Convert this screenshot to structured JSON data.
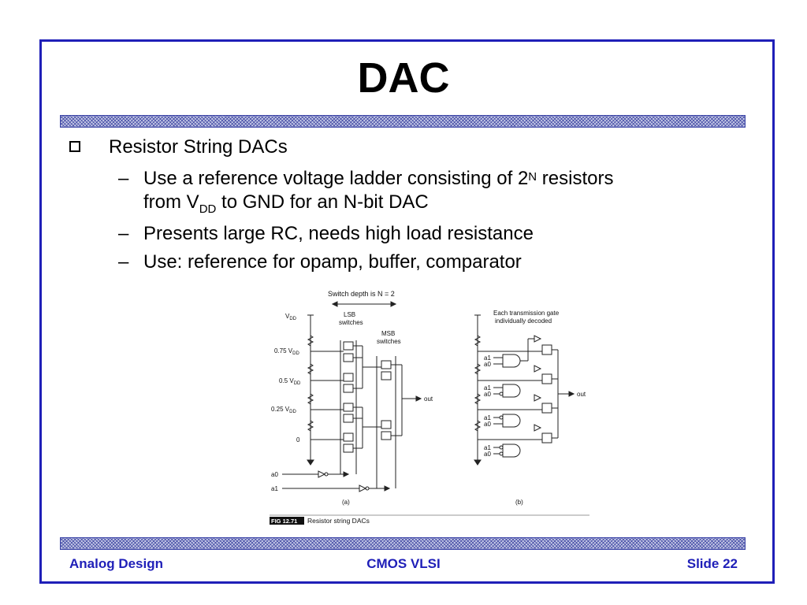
{
  "slide": {
    "title": "DAC",
    "bullet": "Resistor String DACs",
    "sub_items": [
      {
        "pre": "Use a reference voltage ladder consisting of 2",
        "sup": "N",
        "post": " resistors",
        "line2_pre": "from V",
        "line2_sub": "DD",
        "line2_post": " to GND for an N-bit DAC"
      },
      {
        "text": "Presents large RC, needs high load resistance"
      },
      {
        "text": "Use: reference for opamp, buffer, comparator"
      }
    ],
    "dash": "–"
  },
  "figure": {
    "switch_depth": "Switch depth is N = 2",
    "lsb": "LSB",
    "lsb2": "switches",
    "msb": "MSB",
    "msb2": "switches",
    "each_tg": "Each transmission gate",
    "each_tg2": "individually decoded",
    "vdd_v": "V",
    "vdd_sub": "DD",
    "v075": "0.75 V",
    "v05": "0.5 V",
    "v025": "0.25 V",
    "zero": "0",
    "a0": "a0",
    "a1": "a1",
    "out": "out",
    "label_a": "(a)",
    "label_b": "(b)",
    "fig_no": "FIG 12.71",
    "caption": "Resistor string DACs"
  },
  "footer": {
    "left": "Analog Design",
    "center": "CMOS VLSI",
    "right": "Slide 22"
  },
  "colors": {
    "frame": "#1f1fb8",
    "footer_text": "#1f1fb8",
    "bar": "#3d46a8"
  }
}
